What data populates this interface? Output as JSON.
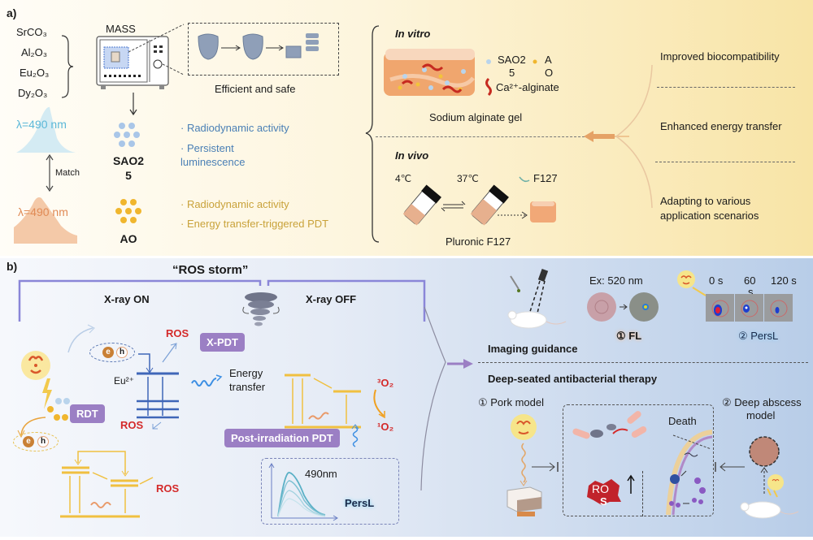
{
  "panel_a": {
    "label": "a)",
    "precursors": [
      "SrCO₃",
      "Al₂O₃",
      "Eu₂O₃",
      "Dy₂O₃"
    ],
    "instrument_label": "MASS",
    "process_caption": "Efficient and safe",
    "emission_top": "λ=490 nm",
    "emission_bottom": "λ=490 nm",
    "match_label": "Match",
    "sao_label_line1": "SAO2",
    "sao_label_line2": "5",
    "ao_label": "AO",
    "sao_props": [
      "· Radiodynamic activity",
      "· Persistent",
      "luminescence"
    ],
    "ao_props": [
      "· Radiodynamic activity",
      "· Energy transfer-triggered PDT"
    ],
    "in_vitro": {
      "title": "In vitro",
      "legend_sao_1": "SAO2",
      "legend_sao_2": "5",
      "legend_ao_1": "A",
      "legend_ao_2": "O",
      "legend_alginate": "Ca²⁺-alginate",
      "caption": "Sodium alginate gel"
    },
    "in_vivo": {
      "title": "In vivo",
      "temp_cold": "4℃",
      "temp_warm": "37℃",
      "legend_f127": "F127",
      "caption": "Pluronic F127"
    },
    "advantages": [
      "Improved biocompatibility",
      "Enhanced energy transfer",
      "Adapting to various",
      "application scenarios"
    ],
    "colors": {
      "sao": "#a9c6e8",
      "ao": "#f0b62e",
      "blue_text": "#4a7fb5",
      "gold_text": "#c9a23a"
    }
  },
  "panel_b": {
    "label": "b)",
    "title": "“ROS storm”",
    "xray_on": "X-ray ON",
    "xray_off": "X-ray OFF",
    "ros": "ROS",
    "eu_label": "Eu²⁺",
    "e_label": "e",
    "h_label": "h",
    "xpdt": "X-PDT",
    "rdt": "RDT",
    "energy_transfer_1": "Energy",
    "energy_transfer_2": "transfer",
    "triplet_o2": "³O₂",
    "singlet_o2": "¹O₂",
    "post_pdt": "Post-irradiation PDT",
    "persl_peak": "490nm",
    "persl_label": "PersL",
    "imaging": {
      "ex_label": "Ex: 520 nm",
      "times": [
        "0 s",
        "60",
        "s",
        "120 s"
      ],
      "fl_label": "① FL",
      "persl_label": "② PersL",
      "heading": "Imaging guidance"
    },
    "therapy": {
      "heading": "Deep-seated antibacterial therapy",
      "pork_model": "① Pork model",
      "abscess_1": "② Deep abscess",
      "abscess_2": "model",
      "death": "Death",
      "ros_1": "RO",
      "ros_2": "S"
    },
    "colors": {
      "purple": "#9b7fc4",
      "ros_red": "#d42a2a",
      "energy_blue": "#3f66b8",
      "energy_gold": "#f0c040"
    }
  }
}
